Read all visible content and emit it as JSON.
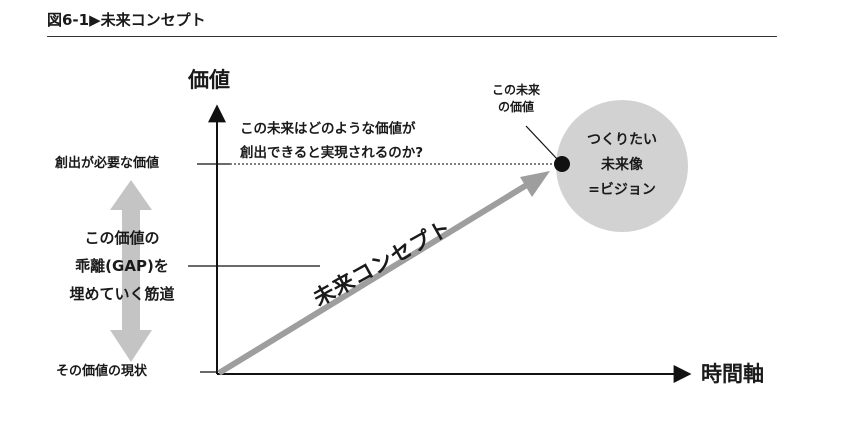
{
  "figure": {
    "title": "図6-1▶未来コンセプト"
  },
  "axes": {
    "y_label": "価値",
    "x_label": "時間軸"
  },
  "levels": {
    "target": "創出が必要な価値",
    "current": "その価値の現状"
  },
  "gap": {
    "lines": [
      "この価値の",
      "乖離(GAP)を",
      "埋めていく筋道"
    ]
  },
  "question": {
    "lines": [
      "この未来はどのような価値が",
      "創出できると実現されるのか?"
    ]
  },
  "future_value": {
    "lines": [
      "この未来",
      "の価値"
    ]
  },
  "vision": {
    "lines": [
      "つくりたい",
      "未来像",
      "=ビジョン"
    ]
  },
  "concept": {
    "label": "未来コンセプト"
  },
  "colors": {
    "arrow_gray": "#9e9e9e",
    "light_gray": "#c4c4c4",
    "circle_fill": "#d2d2d2",
    "dot": "#111111"
  }
}
